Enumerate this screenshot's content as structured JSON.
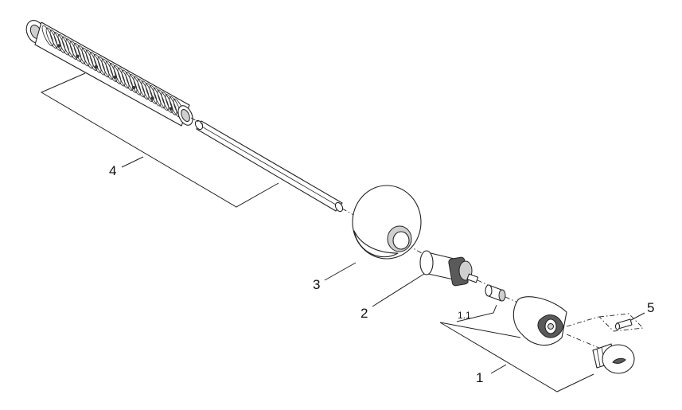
{
  "callouts": {
    "c1": "1",
    "c1_1": "1.1",
    "c2": "2",
    "c3": "3",
    "c4": "4",
    "c5": "5"
  }
}
